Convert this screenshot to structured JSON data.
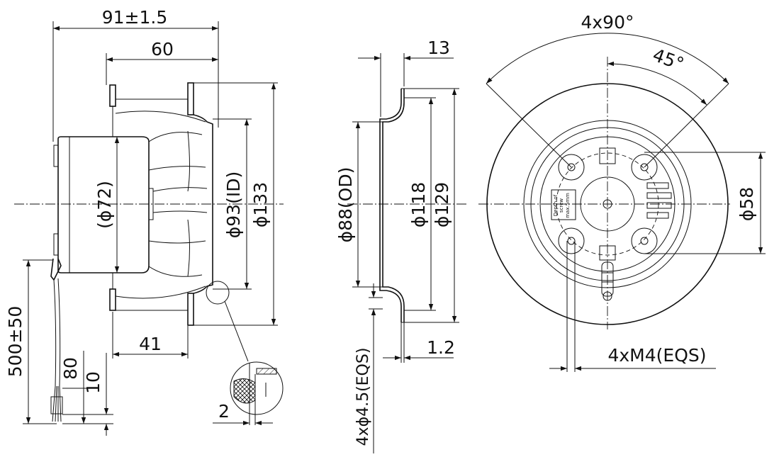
{
  "dimensions": {
    "overall_depth": "91±1.5",
    "inlet_depth": "60",
    "motor_diameter": "(ϕ72)",
    "inner_diameter": "ϕ93(ID)",
    "outer_diameter_133": "ϕ133",
    "hub_offset": "41",
    "lead_length": "500±50",
    "strip_80": "80",
    "strip_10": "10",
    "detail_2": "2",
    "flange_13": "13",
    "od_88": "ϕ88(OD)",
    "d_118": "ϕ118",
    "d_129": "ϕ129",
    "hole_4x45": "4xϕ4.5(EQS)",
    "thickness_1_2": "1.2",
    "angle_4x90": "4x90°",
    "angle_45": "45°",
    "bolt_circle_58": "ϕ58",
    "thread_4xm4": "4xM4(EQS)"
  },
  "label_plate": {
    "line1": "Depth of",
    "line2": "screw",
    "line3": "max.5mm"
  },
  "colors": {
    "line": "#111111",
    "background": "#ffffff"
  }
}
